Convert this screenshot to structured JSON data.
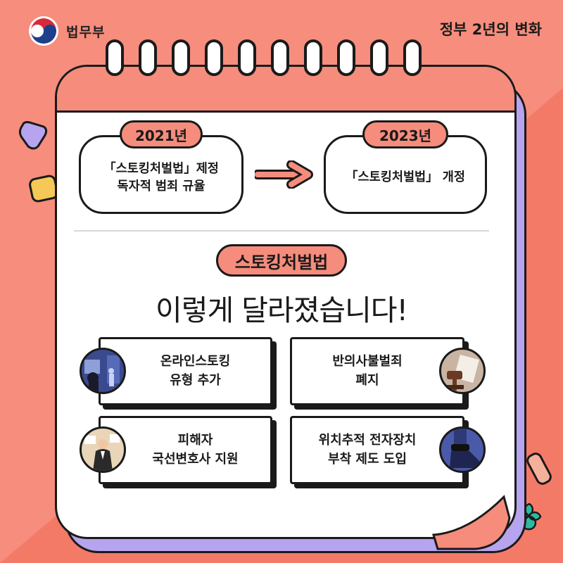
{
  "header": {
    "ministry": "법무부",
    "title": "정부 2년의 변화"
  },
  "timeline": {
    "before": {
      "year": "2021년",
      "line1": "「스토킹처벌법」제정",
      "line2": "독자적 범죄 규율"
    },
    "after": {
      "year": "2023년",
      "line1": "「스토킹처벌법」 개정"
    }
  },
  "headline": {
    "law": "스토킹처벌법",
    "text": "이렇게 달라졌습니다!"
  },
  "changes": [
    {
      "line1": "온라인스토킹",
      "line2": "유형 추가",
      "icon": "online-stalking-illustration"
    },
    {
      "line1": "반의사불벌죄",
      "line2": "폐지",
      "icon": "gavel-illustration"
    },
    {
      "line1": "피해자",
      "line2": "국선변호사 지원",
      "icon": "lawyer-illustration"
    },
    {
      "line1": "위치추적 전자장치",
      "line2": "부착 제도 도입",
      "icon": "ankle-monitor-illustration"
    }
  ],
  "colors": {
    "background": "#f47a68",
    "accent": "#f58c7c",
    "lavender": "#b6a4ee",
    "ink": "#1a1a1a"
  }
}
